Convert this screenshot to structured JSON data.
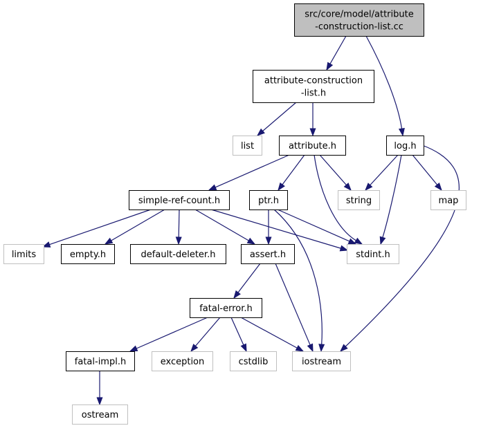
{
  "colors": {
    "edge": "#191970",
    "root_fill": "#bfbfbf",
    "root_stroke": "#000000",
    "internal_stroke": "#000000",
    "external_stroke": "#bfbfbf",
    "node_fill": "#ffffff"
  },
  "nodes": {
    "root": {
      "lines": [
        "src/core/model/attribute",
        "-construction-list.cc"
      ],
      "kind": "root"
    },
    "attr_cons_list": {
      "lines": [
        "attribute-construction",
        "-list.h"
      ],
      "kind": "internal"
    },
    "list": {
      "lines": [
        "list"
      ],
      "kind": "external"
    },
    "attribute": {
      "lines": [
        "attribute.h"
      ],
      "kind": "internal"
    },
    "log": {
      "lines": [
        "log.h"
      ],
      "kind": "internal"
    },
    "simple_ref": {
      "lines": [
        "simple-ref-count.h"
      ],
      "kind": "internal"
    },
    "ptr": {
      "lines": [
        "ptr.h"
      ],
      "kind": "internal"
    },
    "string": {
      "lines": [
        "string"
      ],
      "kind": "external"
    },
    "map": {
      "lines": [
        "map"
      ],
      "kind": "external"
    },
    "limits": {
      "lines": [
        "limits"
      ],
      "kind": "external"
    },
    "empty": {
      "lines": [
        "empty.h"
      ],
      "kind": "internal"
    },
    "default_deleter": {
      "lines": [
        "default-deleter.h"
      ],
      "kind": "internal"
    },
    "assert": {
      "lines": [
        "assert.h"
      ],
      "kind": "internal"
    },
    "stdint": {
      "lines": [
        "stdint.h"
      ],
      "kind": "external"
    },
    "fatal_error": {
      "lines": [
        "fatal-error.h"
      ],
      "kind": "internal"
    },
    "fatal_impl": {
      "lines": [
        "fatal-impl.h"
      ],
      "kind": "internal"
    },
    "exception": {
      "lines": [
        "exception"
      ],
      "kind": "external"
    },
    "cstdlib": {
      "lines": [
        "cstdlib"
      ],
      "kind": "external"
    },
    "iostream": {
      "lines": [
        "iostream"
      ],
      "kind": "external"
    },
    "ostream": {
      "lines": [
        "ostream"
      ],
      "kind": "external"
    }
  },
  "edges": [
    [
      "root",
      "attr_cons_list"
    ],
    [
      "root",
      "log"
    ],
    [
      "attr_cons_list",
      "list"
    ],
    [
      "attr_cons_list",
      "attribute"
    ],
    [
      "attribute",
      "simple_ref"
    ],
    [
      "attribute",
      "ptr"
    ],
    [
      "attribute",
      "string"
    ],
    [
      "attribute",
      "stdint"
    ],
    [
      "log",
      "string"
    ],
    [
      "log",
      "map"
    ],
    [
      "log",
      "stdint"
    ],
    [
      "log",
      "iostream"
    ],
    [
      "simple_ref",
      "limits"
    ],
    [
      "simple_ref",
      "empty"
    ],
    [
      "simple_ref",
      "default_deleter"
    ],
    [
      "simple_ref",
      "assert"
    ],
    [
      "simple_ref",
      "stdint"
    ],
    [
      "ptr",
      "assert"
    ],
    [
      "ptr",
      "stdint"
    ],
    [
      "ptr",
      "iostream"
    ],
    [
      "assert",
      "fatal_error"
    ],
    [
      "assert",
      "iostream"
    ],
    [
      "fatal_error",
      "fatal_impl"
    ],
    [
      "fatal_error",
      "exception"
    ],
    [
      "fatal_error",
      "cstdlib"
    ],
    [
      "fatal_error",
      "iostream"
    ],
    [
      "fatal_impl",
      "ostream"
    ]
  ]
}
